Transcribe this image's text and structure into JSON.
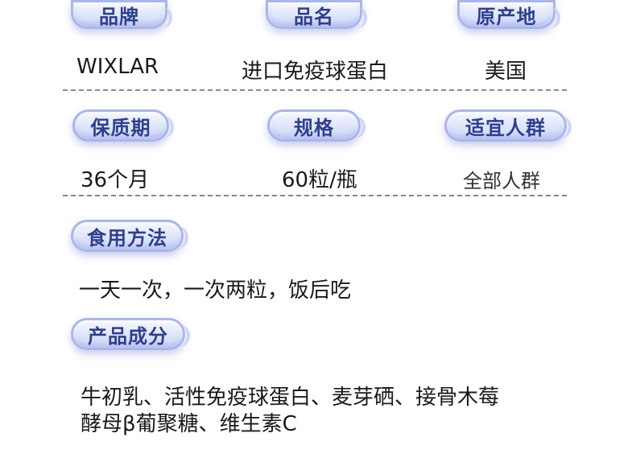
{
  "row1": {
    "brand": {
      "label": "品牌",
      "value": "WIXLAR"
    },
    "product_name": {
      "label": "品名",
      "value": "进口免疫球蛋白"
    },
    "origin": {
      "label": "原产地",
      "value": "美国"
    }
  },
  "row2": {
    "shelf_life": {
      "label": "保质期",
      "value": "36个月"
    },
    "spec": {
      "label": "规格",
      "value": "60粒/瓶"
    },
    "audience": {
      "label": "适宜人群",
      "value": "全部人群"
    }
  },
  "usage": {
    "label": "食用方法",
    "value": "一天一次，一次两粒，饭后吃"
  },
  "ingredients": {
    "label": "产品成分",
    "line1": "牛初乳、活性免疫球蛋白、麦芽硒、接骨木莓",
    "line2": "酵母β葡聚糖、维生素C"
  }
}
